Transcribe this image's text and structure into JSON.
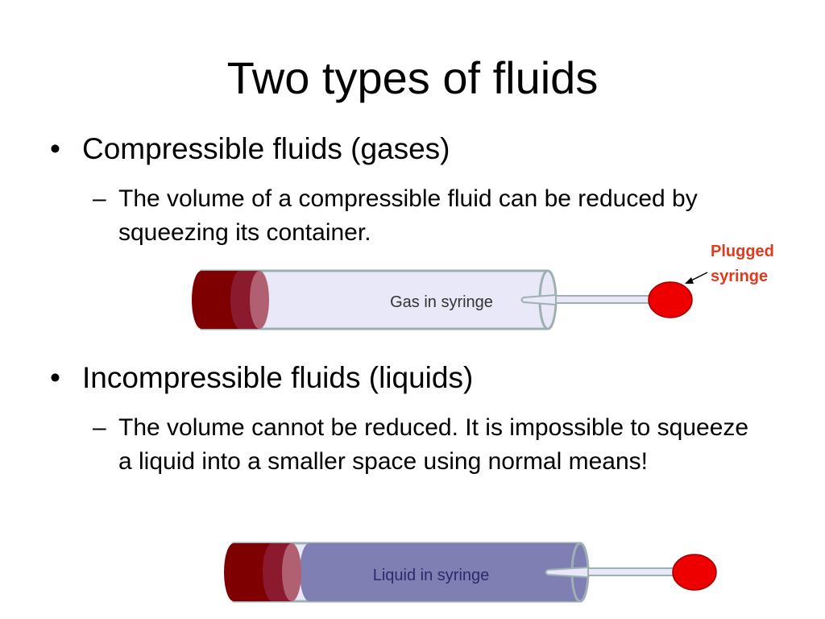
{
  "slide": {
    "title": "Two types of fluids",
    "bullets": [
      {
        "marker": "•",
        "heading": "Compressible fluids (gases)",
        "sub": {
          "marker": "–",
          "text": "The volume of a compressible fluid can be reduced by squeezing its container."
        }
      },
      {
        "marker": "•",
        "heading": "Incompressible fluids (liquids)",
        "sub": {
          "marker": "–",
          "text": "The volume cannot be reduced.  It is impossible to squeeze a liquid into a smaller space using normal means!"
        }
      }
    ]
  },
  "diagrams": {
    "gas_syringe_label": "Gas in syringe",
    "liquid_syringe_label": "Liquid in syringe",
    "callout_line1": "Plugged",
    "callout_line2": "syringe"
  },
  "colors": {
    "plunger_dark": "#7f0000",
    "plunger_mid": "#8b1a2e",
    "plunger_light": "#b06070",
    "barrel_fill": "#e8e8f8",
    "barrel_stroke": "#9fb0b3",
    "liquid_fill": "#7f7fb3",
    "plug_red": "#ee0000",
    "callout_red": "#e03a1f",
    "liquid_text": "#2a2a6e"
  }
}
